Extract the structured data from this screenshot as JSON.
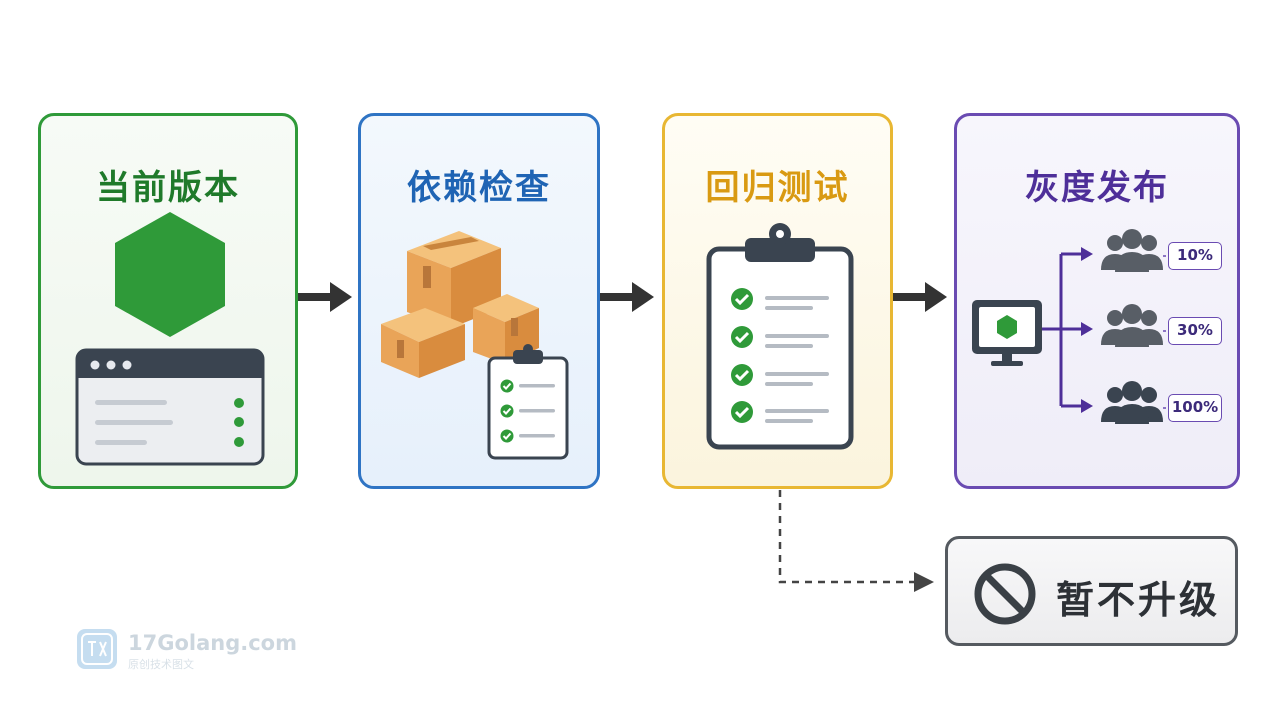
{
  "steps": [
    {
      "id": "current",
      "title": "当前版本",
      "color": "#2f9a39"
    },
    {
      "id": "deps",
      "title": "依赖检查",
      "color": "#2f74c4"
    },
    {
      "id": "regression",
      "title": "回归测试",
      "color": "#e8b733"
    },
    {
      "id": "gray",
      "title": "灰度发布",
      "color": "#6a4bb2"
    }
  ],
  "rollout": {
    "stages": [
      "10%",
      "30%",
      "100%"
    ]
  },
  "skip": {
    "label": "暂不升级"
  },
  "watermark": {
    "site": "17Golang.com",
    "subtitle": "原创技术图文"
  },
  "icons": [
    "hexagon-icon",
    "browser-window-icon",
    "boxes-icon",
    "clipboard-checklist-icon",
    "monitor-icon",
    "user-group-icon",
    "prohibited-icon",
    "arrow-right-icon"
  ],
  "colors": {
    "green": "#2f9a39",
    "blue": "#2f74c4",
    "yellow": "#e8b733",
    "purple": "#6a4bb2",
    "gray": "#555a60",
    "arrow": "#333333"
  }
}
